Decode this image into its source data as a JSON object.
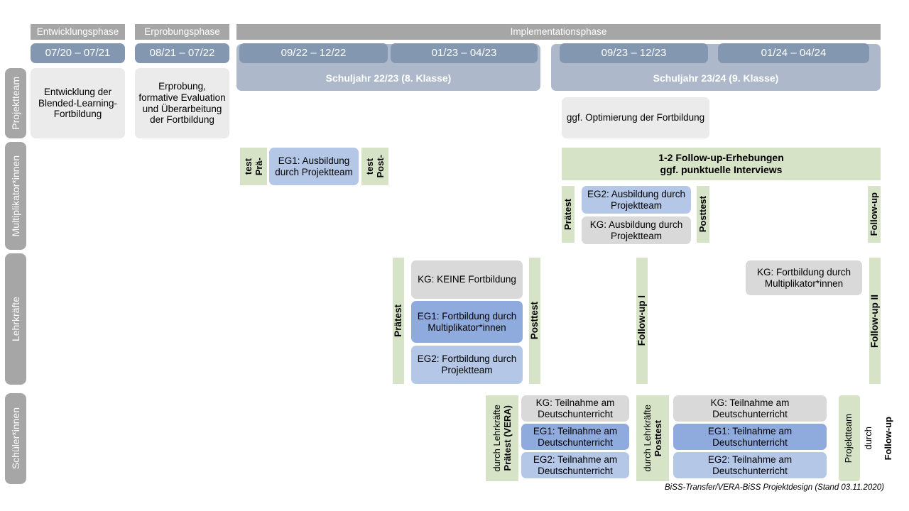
{
  "colors": {
    "grey_header": "#a6a6a6",
    "blue_dark": "#8497b0",
    "blue_pale": "#adb9ca",
    "grey_card": "#ebebeb",
    "grey_card_alt": "#d9d9d9",
    "blue_mid": "#8faadc",
    "blue_light": "#b4c7e7",
    "green": "#d6e3c6"
  },
  "phases": [
    {
      "label": "Entwicklungsphase"
    },
    {
      "label": "Erprobungsphase"
    },
    {
      "label": "Implementationsphase"
    }
  ],
  "periods": [
    {
      "label": "07/20 – 07/21"
    },
    {
      "label": "08/21 – 07/22"
    },
    {
      "label": "09/22 – 12/22"
    },
    {
      "label": "01/23 – 04/23"
    },
    {
      "label": "09/23 – 12/23"
    },
    {
      "label": "01/24 – 04/24"
    }
  ],
  "school_years": [
    {
      "label": "Schuljahr 22/23 (8. Klasse)"
    },
    {
      "label": "Schuljahr 23/24 (9. Klasse)"
    }
  ],
  "rows": [
    {
      "label": "Projektteam"
    },
    {
      "label": "Multiplikator*innen"
    },
    {
      "label": "Lehrkräfte"
    },
    {
      "label": "Schüler*innen"
    }
  ],
  "projektteam": {
    "entwicklung": "Entwicklung der Blended-Learning-Fortbildung",
    "erprobung": "Erprobung, formative Evaluation und Überarbeitung der Fortbildung",
    "optimierung": "ggf. Optimierung der Fortbildung"
  },
  "multiplikatoren": {
    "praetest_1_line1": "Prä-",
    "praetest_1_line2": "test",
    "eg1": "EG1: Ausbildung durch Projektteam",
    "posttest_1_line1": "Post-",
    "posttest_1_line2": "test",
    "followup_banner_line1": "1-2 Follow-up-Erhebungen",
    "followup_banner_line2": "ggf. punktuelle Interviews",
    "praetest_2": "Prätest",
    "eg2": "EG2: Ausbildung durch Projektteam",
    "kg": "KG: Ausbildung durch Projektteam",
    "posttest_2": "Posttest",
    "followup": "Follow-up"
  },
  "lehrkraefte": {
    "praetest": "Prätest",
    "kg_keine": "KG:  KEINE Fortbildung",
    "eg1": "EG1: Fortbildung durch Multiplikator*innen",
    "eg2": "EG2: Fortbildung durch Projektteam",
    "posttest": "Posttest",
    "followup_1": "Follow-up I",
    "kg_fortbildung": "KG: Fortbildung durch Multiplikator*innen",
    "followup_2": "Follow-up II"
  },
  "schueler": {
    "praetest_bold": "Prätest (VERA)",
    "praetest_sub": "durch Lehrkräfte",
    "kg_1": "KG: Teilnahme am Deutschunterricht",
    "eg1_1": "EG1: Teilnahme am Deutschunterricht",
    "eg2_1": "EG2: Teilnahme am Deutschunterricht",
    "posttest_bold": "Posttest",
    "posttest_sub": "durch Lehrkräfte",
    "kg_2": "KG: Teilnahme am Deutschunterricht",
    "eg1_2": "EG1: Teilnahme am Deutschunterricht",
    "eg2_2": "EG2: Teilnahme am Deutschunterricht",
    "followup_bold": "Follow-up",
    "followup_sub1": "durch",
    "followup_sub2": "Projektteam"
  },
  "footer": {
    "text": "BiSS-Transfer/VERA-BiSS Projektdesign (Stand 03.11.2020)"
  }
}
